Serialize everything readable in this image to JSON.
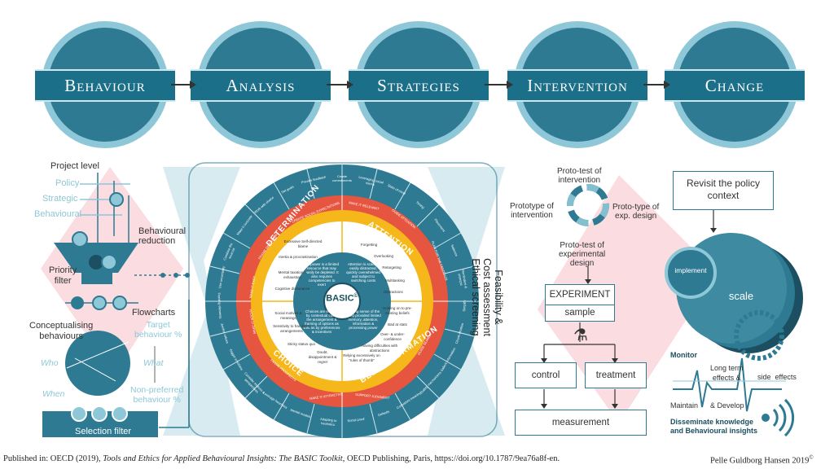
{
  "stages": [
    "Behaviour",
    "Analysis",
    "Strategies",
    "Intervention",
    "Change"
  ],
  "left_panel": {
    "project_level": "Project level",
    "policy": "Policy",
    "strategic": "Strategic",
    "behavioural": "Behavioural",
    "behavioural_reduction": "Behavioural\nreduction",
    "priority_filter": "Priority\nfilter",
    "flowcharts": "Flowcharts",
    "conceptualising": "Conceptualising\nbehaviours",
    "target": "Target\nbehaviour %",
    "who": "Who",
    "what": "What",
    "when": "When",
    "non_preferred": "Non-preferred\nbehaviour %",
    "selection_filter": "Selection filter"
  },
  "wheel": {
    "center": "BASIC",
    "center_sup": "©",
    "quadrants": [
      "DETERMINATION",
      "ATTENTION",
      "BELIEF FORMATION",
      "CHOICE"
    ],
    "inner_texts": {
      "top_left": "Willpower is a limited resource that may easily be depleted. It also requires competencies to exert",
      "top_right": "Attention is scarce, easily distracted, quickly overwhelmed and subject to switching costs",
      "bottom_right": "Making sense of the world provided limited memory, attention, information & processing power",
      "bottom_left": "Choices are shaped by contextual cues, the arrangement & framing of options as well as by preferences & incentives"
    },
    "mid_items": {
      "top_left": [
        "Excessive Self-directed blame",
        "Inertia & procrastination",
        "Mental taxation & exhaustion",
        "Cognitive dissonance"
      ],
      "top_right": [
        "Forgetting",
        "Overlooking",
        "Retargeting",
        "Multitasking",
        "Distractions"
      ],
      "bottom_right": [
        "Holding on to pre-existing beliefs",
        "Bad at stats",
        "Over- & under-confidence",
        "Having difficulties with abstractions",
        "Relying excessively on \"rules of thumb\""
      ],
      "bottom_left": [
        "Social motives & meanings",
        "Sensitivity to framing & arrangements",
        "Sticky status quo",
        "Doubt, disappointment & regret"
      ]
    },
    "ring_labels": [
      "MAKE IT RELEVANT",
      "MAKE IT EASY",
      "MAKE IT SOCIAL",
      "MAKE IT ATTRACTIVE",
      "SUPPORT JUDGMENT",
      "GUIDE ATTENTION",
      "CREATE SOCIAL EXPECTATIONS",
      "PLAN FOR THE FEEDBACK",
      "FRAME PROSPECTS",
      "GUIDE SEARCH",
      "FRAME DIMENSION"
    ],
    "outer_labels": [
      "Create commitments",
      "Leveraging social norms",
      "State-of-mind",
      "Timing",
      "Placement",
      "Salience",
      "Reminders & prompts",
      "Simplify",
      "Chunk-ification",
      "Salient information",
      "Safety mechanisms",
      "Consistent meaning",
      "Defaults",
      "Social proof",
      "Adapting to heuristics",
      "Mental models",
      "Leverage heuristics",
      "Consider motives & perspectives",
      "Trigger emotions",
      "Anchor values",
      "Framing elements",
      "Use uncertainty",
      "Combine the sources",
      "Make it concrete",
      "Work with choice",
      "Set goals",
      "Provide feedback"
    ]
  },
  "ethics": {
    "line1": "Feasibility  &",
    "line2": "Cost assessment",
    "line3": "Ethical screening"
  },
  "right_panel": {
    "proto_test_intervention": "Proto-test of\nintervention",
    "prototype_intervention": "Prototype of\nintervention",
    "proto_type_exp": "Proto-type of\nexp. design",
    "proto_test_experimental": "Proto-test of\nexperimental\ndesign",
    "experiment": "EXPERIMENT",
    "sample": "sample",
    "control": "control",
    "treatment": "treatment",
    "measurement": "measurement"
  },
  "change_panel": {
    "revisit": "Revisit the policy\ncontext",
    "implement": "implement",
    "scale": "scale",
    "monitor": "Monitor",
    "long_term": "Long term\neffects &",
    "side_effects": "side  effects",
    "maintain": "Maintain",
    "develop": "& Develop",
    "disseminate": "Disseminate knowledge\nand Behavioural insights"
  },
  "footer": {
    "left_a": "Published in: OECD (2019), ",
    "left_b": "Tools and Ethics for Applied Behavioural Insights: The BASIC Toolkit",
    "left_c": ", OECD Publishing, Paris, https://doi.org/10.1787/9ea76a8f-en.",
    "right": "Pelle Guldborg Hansen 2019",
    "right_sup": "©"
  },
  "colors": {
    "dark_teal": "#2e7a92",
    "light_teal": "#8ec7d7",
    "pink": "#f9d6dc",
    "yellow": "#f5b719",
    "orange": "#e5553f"
  }
}
